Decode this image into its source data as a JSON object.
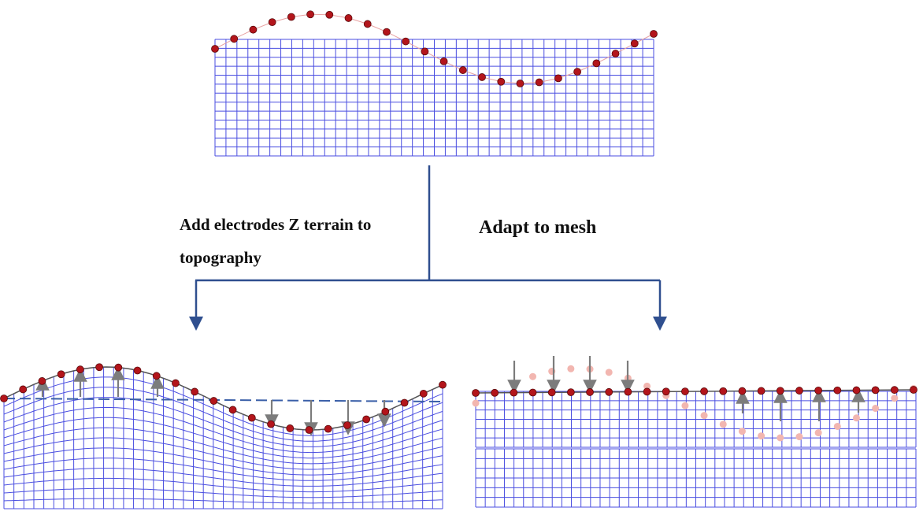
{
  "labels": {
    "left": "Add electrodes Z terrain to topography",
    "right": "Adapt to mesh"
  },
  "colors": {
    "mesh": "#4a4ee0",
    "electrode": "#b3151b",
    "electrode_ghost": "#f2b6b0",
    "flow": "#2f4f8f",
    "arrow": "#7c7c7c",
    "dash": "#3a5fa8"
  },
  "panels": [
    {
      "id": "top",
      "description": "Initial flat mesh with electrodes on sinusoidal topography"
    },
    {
      "id": "left",
      "description": "Mesh deformed to follow topography"
    },
    {
      "id": "right",
      "description": "Electrodes projected to flat mesh surface"
    }
  ]
}
